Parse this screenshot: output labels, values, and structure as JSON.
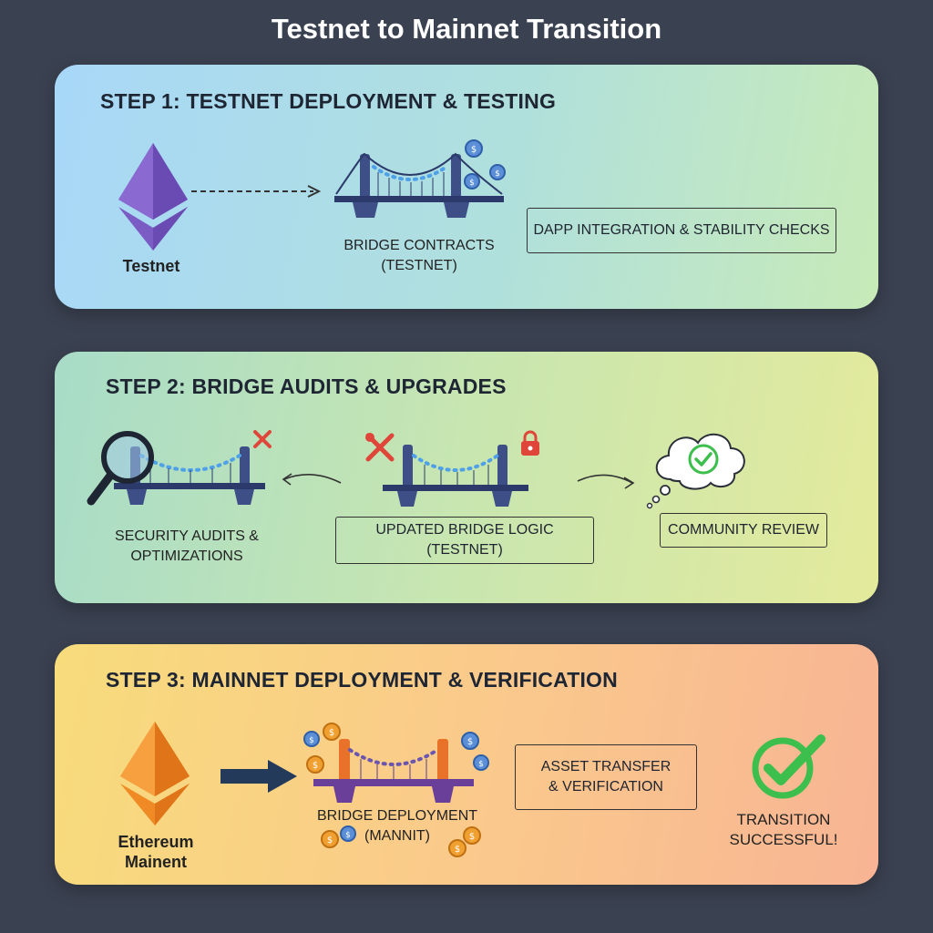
{
  "title": "Testnet to Mainnet Transition",
  "steps": [
    {
      "title": "STEP 1: TESTNET DEPLOYMENT & TESTING",
      "network_label": "Testnet",
      "bridge_label_line1": "BRIDGE CONTRACTS",
      "bridge_label_line2": "(TESTNET)",
      "box_label": "DAPP INTEGRATION & STABILITY CHECKS"
    },
    {
      "title": "STEP 2: BRIDGE AUDITS & UPGRADES",
      "audit_label_line1": "SECURITY AUDITS &",
      "audit_label_line2": "OPTIMIZATIONS",
      "box_label": "UPDATED BRIDGE LOGIC (TESTNET)",
      "review_label": "COMMUNITY REVIEW"
    },
    {
      "title": "STEP 3: MAINNET DEPLOYMENT & VERIFICATION",
      "network_label": "Ethereum Mainent",
      "bridge_label_line1": "BRIDGE DEPLOYMENT",
      "bridge_label_line2": "(MANNIT)",
      "box_label_line1": "ASSET TRANSFER",
      "box_label_line2": "& VERIFICATION",
      "success_line1": "TRANSITION",
      "success_line2": "SUCCESSFUL!"
    }
  ],
  "colors": {
    "background": "#3a4150",
    "eth_testnet": "#7b5cc4",
    "eth_mainnet": "#f08a24",
    "bridge_blue": "#3d4f86",
    "bridge_orange": "#e8722a",
    "coin_blue": "#5b8fd8",
    "coin_orange": "#f0a030",
    "success_green": "#3cbf4c",
    "error_red": "#e0453a"
  },
  "icons": [
    "ethereum-icon",
    "bridge-icon",
    "coin-icon",
    "magnifier-icon",
    "close-icon",
    "wrench-icon",
    "lock-icon",
    "thought-cloud-icon",
    "checkmark-icon",
    "arrow-icon"
  ]
}
